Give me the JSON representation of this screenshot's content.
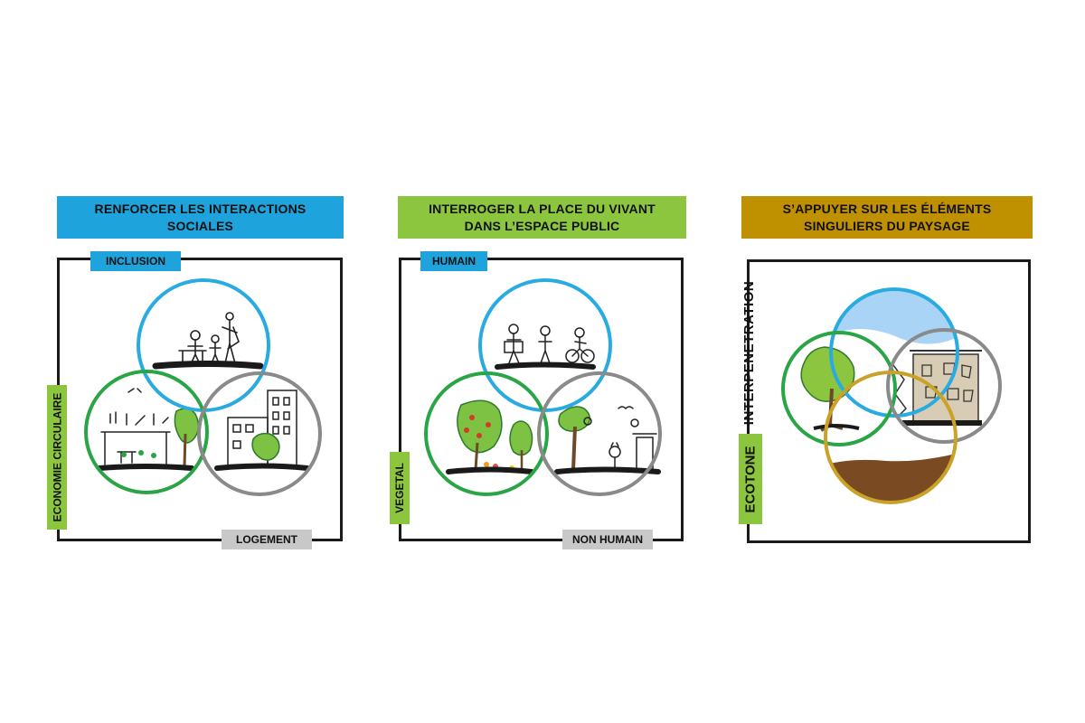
{
  "colors": {
    "blue": "#1ea3dc",
    "green": "#8cc63f",
    "ochre": "#bf9000",
    "grey": "#c8c8c8",
    "circle_blue": "#29abe2",
    "circle_green": "#2aa545",
    "circle_grey": "#8a8a8a",
    "circle_ochre": "#c9a227",
    "frame": "#1a1a1a"
  },
  "panels": [
    {
      "title": "RENFORCER LES INTERACTIONS SOCIALES",
      "labels": {
        "top": "INCLUSION",
        "left": "ECONOMIE CIRCULAIRE",
        "bottom": "LOGEMENT"
      },
      "sketches": [
        "people-sketch",
        "market-stall-sketch",
        "housing-building-sketch"
      ]
    },
    {
      "title": "INTERROGER LA PLACE DU VIVANT\nDANS L’ESPACE PUBLIC",
      "labels": {
        "top": "HUMAIN",
        "left": "VEGETAL",
        "bottom": "NON HUMAIN"
      },
      "sketches": [
        "walking-people-sketch",
        "fruit-trees-sketch",
        "animals-birdhouse-sketch"
      ]
    },
    {
      "title": "S’APPUYER SUR LES ÉLÉMENTS\nSINGULIERS DU PAYSAGE",
      "labels": {
        "left_top": "INTERPENETRATION",
        "left_bottom": "ECOTONE"
      },
      "sketches": [
        "tree-sketch",
        "water-sketch",
        "stone-building-sketch",
        "soil-sketch"
      ]
    }
  ]
}
